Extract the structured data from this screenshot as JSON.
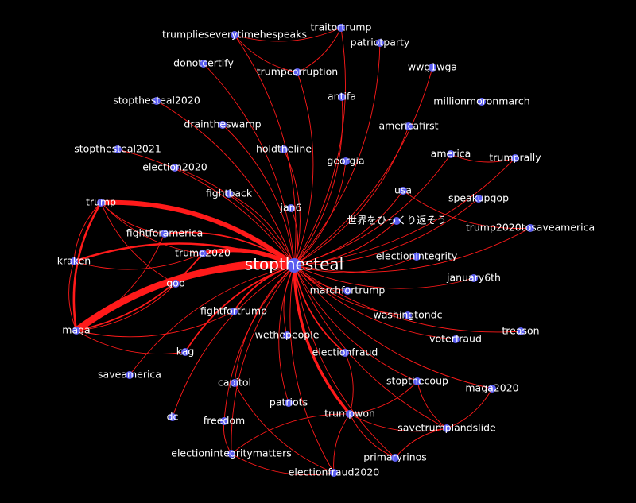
{
  "hub": "stopthesteal",
  "nodes": [
    {
      "id": "stopthesteal",
      "label": "stopthesteal",
      "hub": true
    },
    {
      "id": "trumplieseverytimehespeaks",
      "label": "trumplieseverytimehespeaks"
    },
    {
      "id": "traitortrump",
      "label": "traitortrump"
    },
    {
      "id": "patriotparty",
      "label": "patriotparty"
    },
    {
      "id": "donotcertify",
      "label": "donotcertify"
    },
    {
      "id": "trumpcorruption",
      "label": "trumpcorruption"
    },
    {
      "id": "wwg1wga",
      "label": "wwg1wga"
    },
    {
      "id": "stopthesteal2020",
      "label": "stopthesteal2020"
    },
    {
      "id": "antifa",
      "label": "antifa"
    },
    {
      "id": "millionmoronmarch",
      "label": "millionmoronmarch"
    },
    {
      "id": "draintheswamp",
      "label": "draintheswamp"
    },
    {
      "id": "americafirst",
      "label": "americafirst"
    },
    {
      "id": "stopthesteal2021",
      "label": "stopthesteal2021"
    },
    {
      "id": "holdtheline",
      "label": "holdtheline"
    },
    {
      "id": "america",
      "label": "america"
    },
    {
      "id": "trumprally",
      "label": "trumprally"
    },
    {
      "id": "election2020",
      "label": "election2020"
    },
    {
      "id": "georgia",
      "label": "georgia"
    },
    {
      "id": "fightback",
      "label": "fightback"
    },
    {
      "id": "usa",
      "label": "usa"
    },
    {
      "id": "speakupgop",
      "label": "speakupgop"
    },
    {
      "id": "trump",
      "label": "trump"
    },
    {
      "id": "jan6",
      "label": "jan6"
    },
    {
      "id": "sekai",
      "label": "世界をひっくり返そう"
    },
    {
      "id": "trump2020tosaveamerica",
      "label": "trump2020tosaveamerica"
    },
    {
      "id": "fightforamerica",
      "label": "fightforamerica"
    },
    {
      "id": "trump2020",
      "label": "trump2020"
    },
    {
      "id": "electionintegrity",
      "label": "electionintegrity"
    },
    {
      "id": "kraken",
      "label": "kraken"
    },
    {
      "id": "january6th",
      "label": "january6th"
    },
    {
      "id": "gop",
      "label": "gop"
    },
    {
      "id": "marchfortrump",
      "label": "marchfortrump"
    },
    {
      "id": "fightfortrump",
      "label": "fightfortrump"
    },
    {
      "id": "washingtondc",
      "label": "washingtondc"
    },
    {
      "id": "maga",
      "label": "maga"
    },
    {
      "id": "treason",
      "label": "treason"
    },
    {
      "id": "wethepeople",
      "label": "wethepeople"
    },
    {
      "id": "voterfraud",
      "label": "voterfraud"
    },
    {
      "id": "kag",
      "label": "kag"
    },
    {
      "id": "electionfraud",
      "label": "electionfraud"
    },
    {
      "id": "saveamerica",
      "label": "saveamerica"
    },
    {
      "id": "stopthecoup",
      "label": "stopthecoup"
    },
    {
      "id": "maga2020",
      "label": "maga2020"
    },
    {
      "id": "capitol",
      "label": "capitol"
    },
    {
      "id": "patriots",
      "label": "patriots"
    },
    {
      "id": "dc",
      "label": "dc"
    },
    {
      "id": "trumpwon",
      "label": "trumpwon"
    },
    {
      "id": "savetrumplandslide",
      "label": "savetrumplandslide"
    },
    {
      "id": "freedom",
      "label": "freedom"
    },
    {
      "id": "electionintegritymatters",
      "label": "electionintegritymatters"
    },
    {
      "id": "primaryrinos",
      "label": "primaryrinos"
    },
    {
      "id": "electionfraud2020",
      "label": "electionfraud2020"
    }
  ],
  "edges": [
    {
      "source": "stopthesteal",
      "target": "maga",
      "weight": 10
    },
    {
      "source": "stopthesteal",
      "target": "trump",
      "weight": 7
    },
    {
      "source": "stopthesteal",
      "target": "trump2020",
      "weight": 6
    },
    {
      "source": "stopthesteal",
      "target": "kraken",
      "weight": 3
    },
    {
      "source": "stopthesteal",
      "target": "gop",
      "weight": 3
    },
    {
      "source": "stopthesteal",
      "target": "trumpwon",
      "weight": 4
    },
    {
      "source": "stopthesteal",
      "target": "fightforamerica",
      "weight": 2
    },
    {
      "source": "stopthesteal",
      "target": "kag",
      "weight": 2
    },
    {
      "source": "stopthesteal",
      "target": "electionfraud",
      "weight": 2
    },
    {
      "source": "stopthesteal",
      "target": "fightfortrump",
      "weight": 2
    },
    {
      "source": "stopthesteal",
      "target": "trumplieseverytimehespeaks",
      "weight": 1
    },
    {
      "source": "stopthesteal",
      "target": "traitortrump",
      "weight": 1
    },
    {
      "source": "stopthesteal",
      "target": "patriotparty",
      "weight": 1
    },
    {
      "source": "stopthesteal",
      "target": "donotcertify",
      "weight": 1
    },
    {
      "source": "stopthesteal",
      "target": "trumpcorruption",
      "weight": 1
    },
    {
      "source": "stopthesteal",
      "target": "wwg1wga",
      "weight": 1
    },
    {
      "source": "stopthesteal",
      "target": "stopthesteal2020",
      "weight": 1
    },
    {
      "source": "stopthesteal",
      "target": "antifa",
      "weight": 1
    },
    {
      "source": "stopthesteal",
      "target": "draintheswamp",
      "weight": 1
    },
    {
      "source": "stopthesteal",
      "target": "americafirst",
      "weight": 1
    },
    {
      "source": "stopthesteal",
      "target": "stopthesteal2021",
      "weight": 1
    },
    {
      "source": "stopthesteal",
      "target": "holdtheline",
      "weight": 1
    },
    {
      "source": "stopthesteal",
      "target": "america",
      "weight": 1
    },
    {
      "source": "stopthesteal",
      "target": "trumprally",
      "weight": 1
    },
    {
      "source": "stopthesteal",
      "target": "election2020",
      "weight": 1
    },
    {
      "source": "stopthesteal",
      "target": "georgia",
      "weight": 1
    },
    {
      "source": "stopthesteal",
      "target": "fightback",
      "weight": 1
    },
    {
      "source": "stopthesteal",
      "target": "usa",
      "weight": 1
    },
    {
      "source": "stopthesteal",
      "target": "speakupgop",
      "weight": 1
    },
    {
      "source": "stopthesteal",
      "target": "jan6",
      "weight": 1
    },
    {
      "source": "stopthesteal",
      "target": "sekai",
      "weight": 1
    },
    {
      "source": "stopthesteal",
      "target": "trump2020tosaveamerica",
      "weight": 1
    },
    {
      "source": "stopthesteal",
      "target": "electionintegrity",
      "weight": 1
    },
    {
      "source": "stopthesteal",
      "target": "january6th",
      "weight": 1
    },
    {
      "source": "stopthesteal",
      "target": "marchfortrump",
      "weight": 1
    },
    {
      "source": "stopthesteal",
      "target": "washingtondc",
      "weight": 1
    },
    {
      "source": "stopthesteal",
      "target": "treason",
      "weight": 1
    },
    {
      "source": "stopthesteal",
      "target": "wethepeople",
      "weight": 1
    },
    {
      "source": "stopthesteal",
      "target": "voterfraud",
      "weight": 1
    },
    {
      "source": "stopthesteal",
      "target": "saveamerica",
      "weight": 1
    },
    {
      "source": "stopthesteal",
      "target": "stopthecoup",
      "weight": 1
    },
    {
      "source": "stopthesteal",
      "target": "maga2020",
      "weight": 1
    },
    {
      "source": "stopthesteal",
      "target": "capitol",
      "weight": 1
    },
    {
      "source": "stopthesteal",
      "target": "patriots",
      "weight": 1
    },
    {
      "source": "stopthesteal",
      "target": "dc",
      "weight": 1
    },
    {
      "source": "stopthesteal",
      "target": "savetrumplandslide",
      "weight": 1
    },
    {
      "source": "stopthesteal",
      "target": "freedom",
      "weight": 1
    },
    {
      "source": "stopthesteal",
      "target": "electionintegritymatters",
      "weight": 1
    },
    {
      "source": "stopthesteal",
      "target": "primaryrinos",
      "weight": 1
    },
    {
      "source": "stopthesteal",
      "target": "electionfraud2020",
      "weight": 1
    },
    {
      "source": "trump",
      "target": "maga",
      "weight": 3
    },
    {
      "source": "kraken",
      "target": "maga",
      "weight": 1
    },
    {
      "source": "trump",
      "target": "kraken",
      "weight": 1
    },
    {
      "source": "trump",
      "target": "trump2020",
      "weight": 1
    },
    {
      "source": "kraken",
      "target": "trump2020",
      "weight": 1
    },
    {
      "source": "maga",
      "target": "trump2020",
      "weight": 2
    },
    {
      "source": "maga",
      "target": "gop",
      "weight": 1
    },
    {
      "source": "maga",
      "target": "kag",
      "weight": 1
    },
    {
      "source": "maga",
      "target": "fightforamerica",
      "weight": 1
    },
    {
      "source": "maga",
      "target": "fightfortrump",
      "weight": 1
    },
    {
      "source": "trump",
      "target": "gop",
      "weight": 1
    },
    {
      "source": "trump",
      "target": "fightforamerica",
      "weight": 1
    },
    {
      "source": "trumpwon",
      "target": "stopthecoup",
      "weight": 1
    },
    {
      "source": "trumpwon",
      "target": "savetrumplandslide",
      "weight": 1
    },
    {
      "source": "trumpwon",
      "target": "primaryrinos",
      "weight": 1
    },
    {
      "source": "trumpwon",
      "target": "electionfraud2020",
      "weight": 1
    },
    {
      "source": "trumpwon",
      "target": "electionintegritymatters",
      "weight": 1
    },
    {
      "source": "trumpwon",
      "target": "electionfraud",
      "weight": 1
    },
    {
      "source": "stopthecoup",
      "target": "savetrumplandslide",
      "weight": 1
    },
    {
      "source": "savetrumplandslide",
      "target": "primaryrinos",
      "weight": 1
    },
    {
      "source": "savetrumplandslide",
      "target": "maga2020",
      "weight": 1
    },
    {
      "source": "electionintegritymatters",
      "target": "electionfraud2020",
      "weight": 1
    },
    {
      "source": "trumplieseverytimehespeaks",
      "target": "traitortrump",
      "weight": 1
    },
    {
      "source": "trumpcorruption",
      "target": "traitortrump",
      "weight": 1
    },
    {
      "source": "trumplieseverytimehespeaks",
      "target": "trumpcorruption",
      "weight": 1
    },
    {
      "source": "america",
      "target": "trumprally",
      "weight": 1
    },
    {
      "source": "usa",
      "target": "trump2020tosaveamerica",
      "weight": 1
    },
    {
      "source": "freedom",
      "target": "electionintegritymatters",
      "weight": 1
    },
    {
      "source": "capitol",
      "target": "electionfraud2020",
      "weight": 1
    }
  ]
}
